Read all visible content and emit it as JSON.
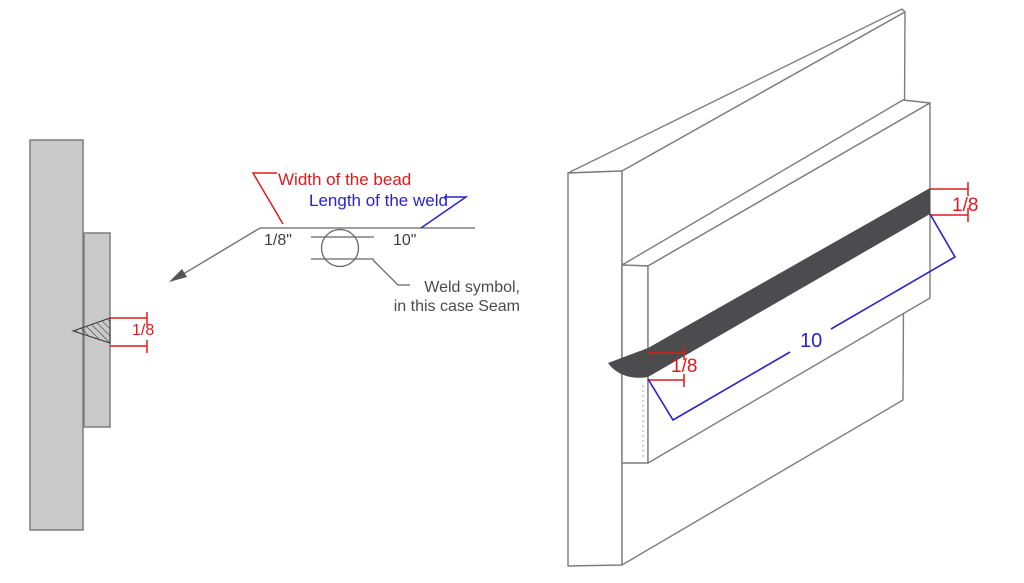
{
  "figure": {
    "callout": {
      "width_label": "Width of the bead",
      "length_label": "Length of the weld",
      "bead_width_value": "1/8\"",
      "weld_length_value": "10\"",
      "symbol_note_line1": "Weld symbol,",
      "symbol_note_line2": "in this case Seam"
    },
    "section_view": {
      "bead_width_dim": "1/8"
    },
    "iso_view": {
      "bead_width_dim_right": "1/8",
      "bead_width_dim_left": "1/8",
      "weld_length_dim": "10"
    },
    "colors": {
      "dimension_red": "#e01a1a",
      "dimension_blue": "#2a22cc",
      "line_gray": "#7d7d7d",
      "callout_line_gray": "#666666",
      "note_text_gray": "#4b4b4b",
      "plate_fill": "#c9c9c9",
      "seam_fill": "#4c4c4e"
    }
  }
}
